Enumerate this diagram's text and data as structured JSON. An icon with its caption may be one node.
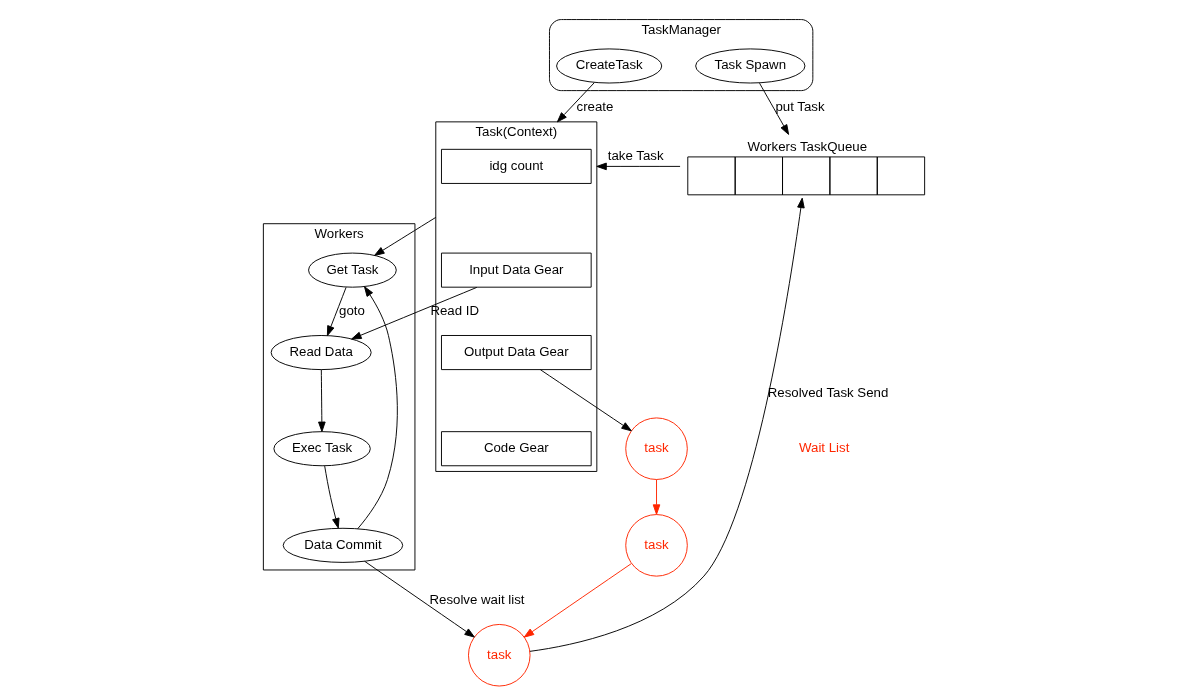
{
  "diagram": {
    "nodes": [
      {
        "text": [
          "TaskManager"
        ]
      },
      {
        "text": [
          "CreateTask"
        ],
        "in": 0
      },
      {
        "text": [
          "Task Spawn"
        ],
        "in": 0
      },
      {
        "text": [
          "Workers TaskQueue"
        ]
      },
      {
        "text": [
          "Task(Context)"
        ]
      },
      {
        "text": [
          "idg count"
        ],
        "in": 4
      },
      {
        "text": [
          "Input Data Gear"
        ],
        "in": 4
      },
      {
        "text": [
          "Output Data Gear"
        ],
        "in": 4
      },
      {
        "text": [
          "Code Gear"
        ],
        "in": 4
      },
      {
        "text": [
          "Workers"
        ]
      },
      {
        "text": [
          "Get Task"
        ],
        "in": 9
      },
      {
        "text": [
          "Read Data"
        ],
        "in": 9
      },
      {
        "text": [
          "Exec Task"
        ],
        "in": 9
      },
      {
        "text": [
          "Data Commit"
        ],
        "in": 9
      },
      {
        "text": [
          "task"
        ]
      },
      {
        "text": [
          "task"
        ]
      },
      {
        "text": [
          "task"
        ]
      }
    ],
    "edges": [
      {
        "from": 1,
        "to": 4,
        "arrow": "to",
        "label": "create"
      },
      {
        "from": 2,
        "to": 3,
        "arrow": "to",
        "label": "put Task"
      },
      {
        "from": 3,
        "to": 4,
        "arrow": "to",
        "label": "take Task"
      },
      {
        "from": 4,
        "to": 10,
        "arrow": "to"
      },
      {
        "from": 6,
        "to": 11,
        "arrow": "to",
        "label": "Read ID"
      },
      {
        "from": 10,
        "to": 11,
        "arrow": "to",
        "label": "goto"
      },
      {
        "from": 11,
        "to": 12,
        "arrow": "to"
      },
      {
        "from": 12,
        "to": 13,
        "arrow": "to"
      },
      {
        "from": 13,
        "to": 10,
        "arrow": "to"
      },
      {
        "from": 7,
        "to": 14,
        "arrow": "to"
      },
      {
        "from": 13,
        "to": 16,
        "arrow": "to",
        "label": "Resolve wait list"
      },
      {
        "from": 14,
        "to": 15,
        "arrow": "to",
        "color": "#ff2600"
      },
      {
        "from": 15,
        "to": 16,
        "arrow": "to",
        "color": "#ff2600"
      },
      {
        "from": 16,
        "to": 3,
        "arrow": "to",
        "label": "Resolved Task Send"
      }
    ],
    "labels": [
      "Wait List"
    ]
  }
}
